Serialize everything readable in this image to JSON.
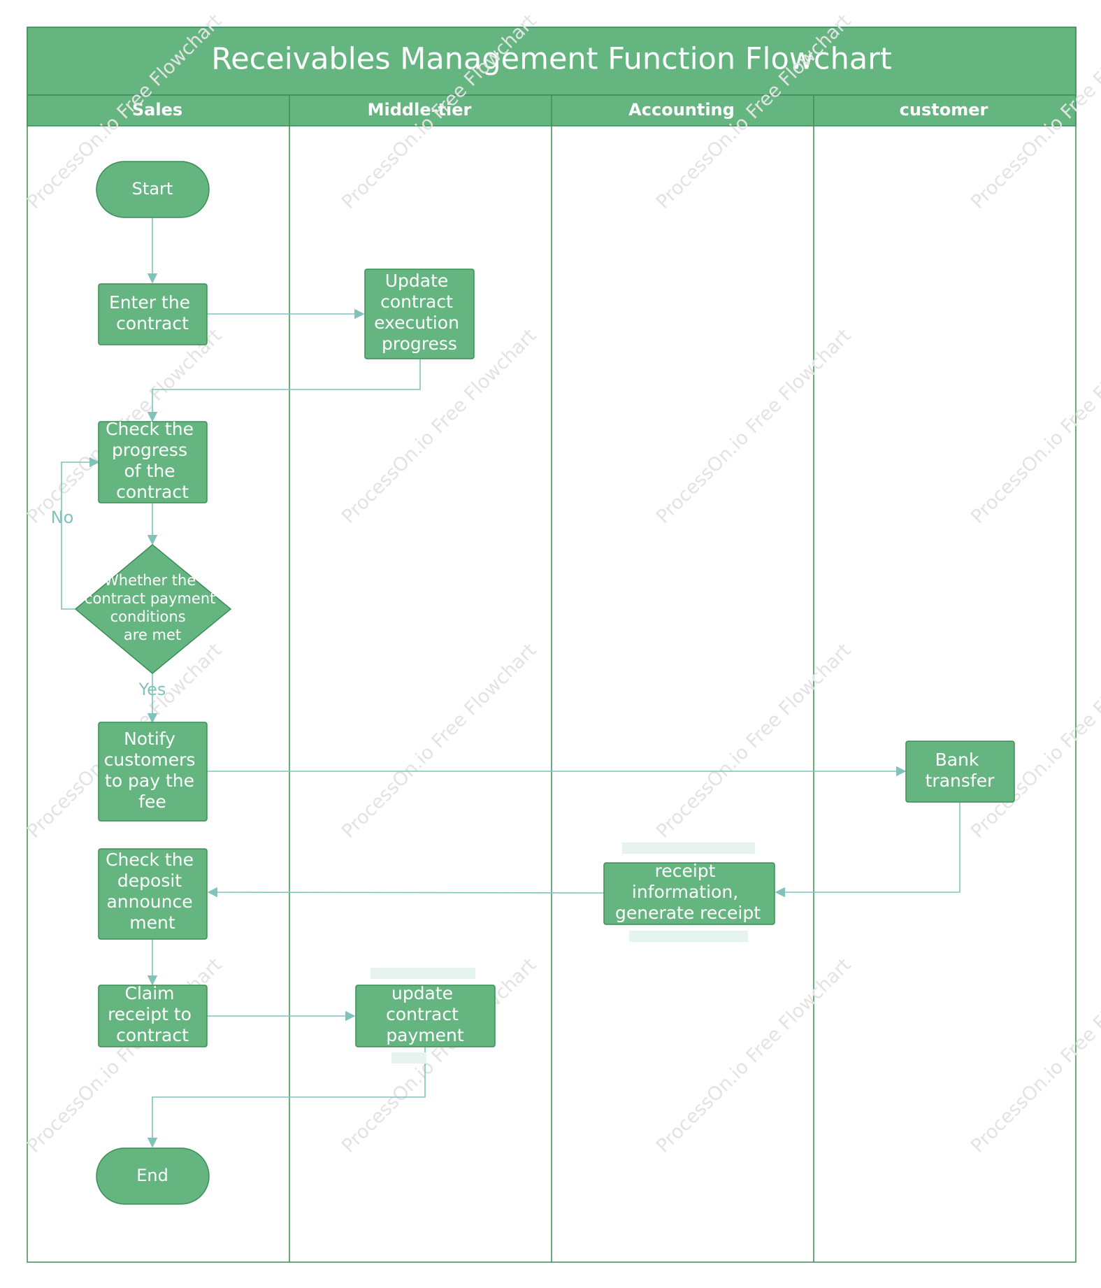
{
  "title": "Receivables Management Function Flowchart",
  "lanes": [
    "Sales",
    "Middle-tier",
    "Accounting",
    "customer"
  ],
  "nodes": {
    "start": "Start",
    "enter_contract": [
      "Enter the",
      "contract"
    ],
    "update_progress": [
      "Update",
      "contract",
      "execution",
      "progress"
    ],
    "check_progress": [
      "Check the",
      "progress",
      "of the",
      "contract"
    ],
    "decision": [
      "Whether the",
      "contract payment",
      "conditions",
      "are met"
    ],
    "notify_customers": [
      "Notify",
      "customers",
      "to pay the",
      "fee"
    ],
    "bank_transfer": [
      "Bank",
      "transfer"
    ],
    "receipt_info": [
      "receipt",
      "information,",
      "generate receipt"
    ],
    "check_deposit": [
      "Check the",
      "deposit",
      "announce",
      "ment"
    ],
    "claim_receipt": [
      "Claim",
      "receipt to",
      "contract"
    ],
    "update_payment": [
      "update",
      "contract",
      "payment"
    ],
    "end": "End"
  },
  "edge_labels": {
    "no": "No",
    "yes": "Yes"
  },
  "colors": {
    "fill": "#65b581",
    "stroke": "#3a8e55",
    "edge": "#7fc3bb",
    "lane_border": "#3a8e55"
  },
  "watermark": "ProcessOn.io Free Flowchart"
}
